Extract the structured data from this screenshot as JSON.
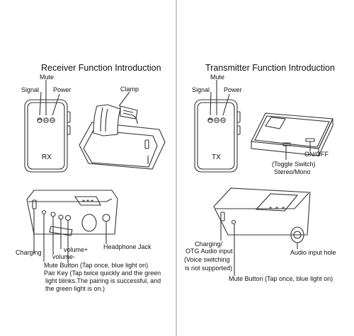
{
  "receiver": {
    "title": "Receiver Function Introduction",
    "signal": "Signal",
    "mute": "Mute",
    "power": "Power",
    "clamp": "Clamp",
    "device_label": "RX",
    "charging": "Charging",
    "volume_up": "volume+",
    "volume_down": "volume-",
    "headphone_jack": "Headphone Jack",
    "mute_button": "Mute Button (Tap once, blue light on)",
    "pair_key_1": "Pair Key (Tap twice quickly and the green",
    "pair_key_2": "light blinks.The pairing is successful, and",
    "pair_key_3": "the green light is on.)"
  },
  "transmitter": {
    "title": "Transmitter Function Introduction",
    "signal": "Signal",
    "mute": "Mute",
    "power": "Power",
    "device_label": "TX",
    "on_off": "ON/OFF",
    "toggle_switch": "(Toggle Switch)",
    "stereo_mono": "Stereo/Mono",
    "charging_1": "Charging/",
    "charging_2": "OTG Audio input",
    "charging_3": "(Voice switching",
    "charging_4": "is not supported)",
    "mute_button": "Mute Button (Tap once, blue light on)",
    "audio_input": "Audio input hole"
  },
  "colors": {
    "line": "#333333",
    "divider": "#999999"
  }
}
